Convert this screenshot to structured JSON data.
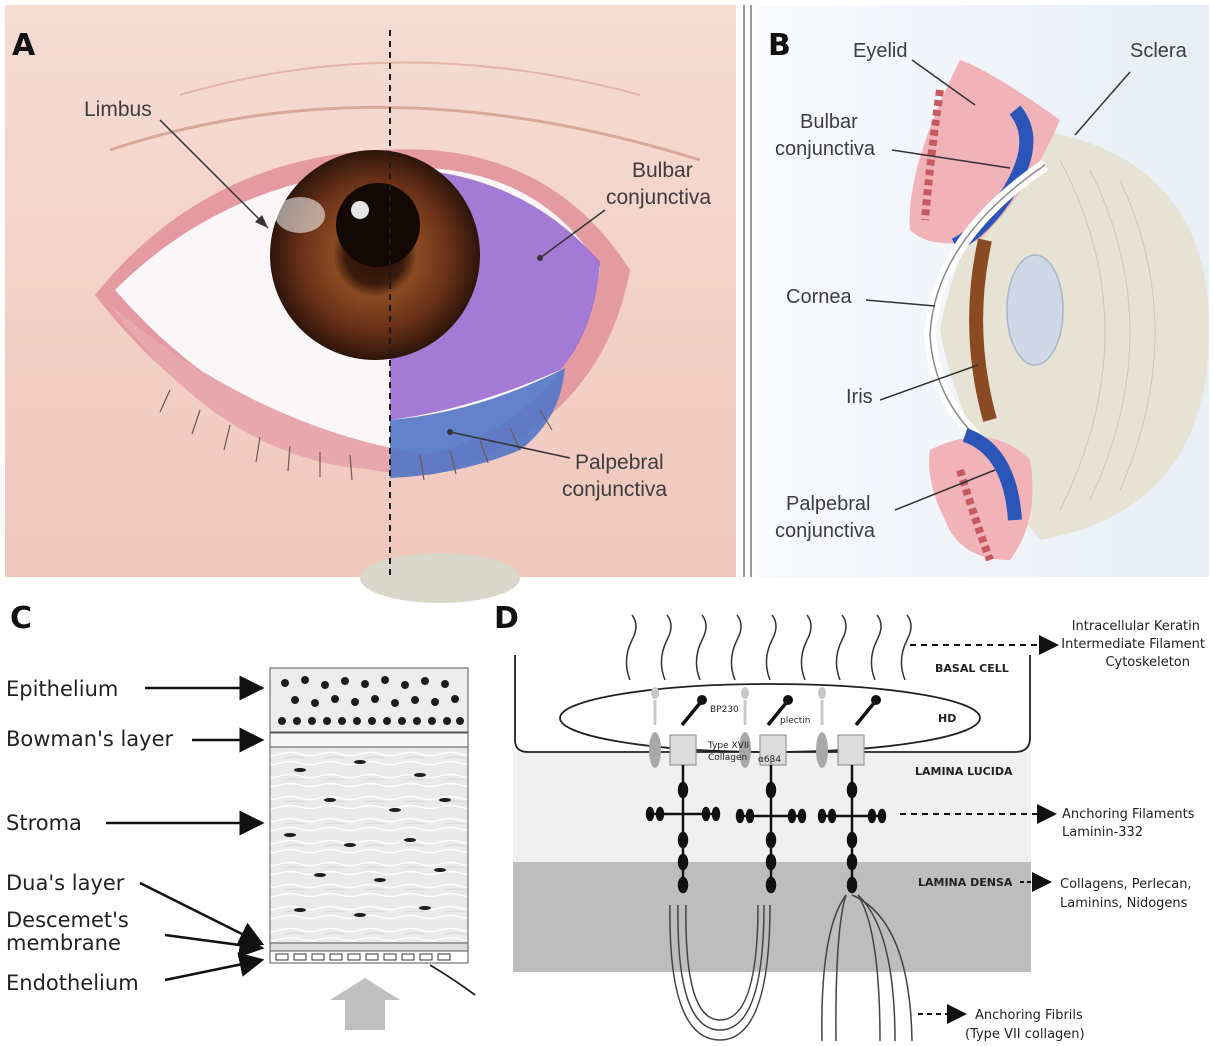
{
  "panels": {
    "a": {
      "letter": "A",
      "labels": {
        "limbus": "Limbus",
        "bulbar_1": "Bulbar",
        "bulbar_2": "conjunctiva",
        "palpebral_1": "Palpebral",
        "palpebral_2": "conjunctiva"
      }
    },
    "b": {
      "letter": "B",
      "labels": {
        "eyelid": "Eyelid",
        "sclera": "Sclera",
        "bulbar_1": "Bulbar",
        "bulbar_2": "conjunctiva",
        "cornea": "Cornea",
        "iris": "Iris",
        "palpebral_1": "Palpebral",
        "palpebral_2": "conjunctiva"
      }
    },
    "c": {
      "letter": "C",
      "labels": {
        "epithelium": "Epithelium",
        "bowman": "Bowman's layer",
        "stroma": "Stroma",
        "dua": "Dua's layer",
        "descemet_1": "Descemet's",
        "descemet_2": "membrane",
        "endothelium": "Endothelium"
      }
    },
    "d": {
      "letter": "D",
      "labels": {
        "keratin_1": "Intracellular Keratin",
        "keratin_2": "Intermediate Filament",
        "keratin_3": "Cytoskeleton",
        "basal_cell": "BASAL CELL",
        "bp230": "BP230",
        "plectin": "plectin",
        "hd": "HD",
        "typexvii_1": "Type XVII",
        "typexvii_2": "Collagen",
        "integrin": "α6β4",
        "lamina_lucida": "LAMINA LUCIDA",
        "anchoring_filaments_1": "Anchoring Filaments",
        "anchoring_filaments_2": "Laminin-332",
        "lamina_densa": "LAMINA DENSA",
        "collagens_1": "Collagens, Perlecan,",
        "collagens_2": "Laminins, Nidogens",
        "anchoring_fibrils_1": "Anchoring Fibrils",
        "anchoring_fibrils_2": "(Type VII collagen)"
      }
    }
  },
  "colors": {
    "skin": "#f2cfc4",
    "lid_rim": "#e39aa0",
    "sclera_white": "#fbf7f8",
    "iris_brown": "#6b3219",
    "bulbar_purple": "#9b6fd0",
    "palpebral_blue": "#5577c8",
    "lamina_lucida": "#f0f0f0",
    "lamina_densa": "#bdbdbd",
    "epithelium_cells": "#ededed"
  }
}
